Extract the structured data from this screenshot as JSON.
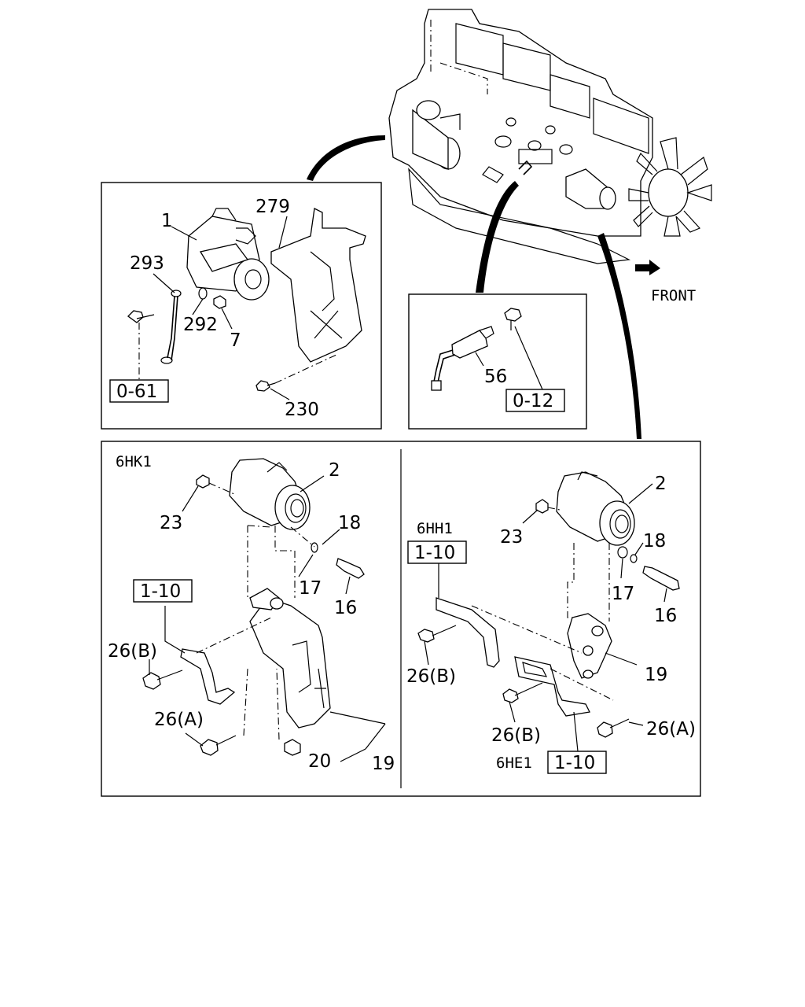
{
  "direction_label": "FRONT",
  "labels": {
    "starter_1": "1",
    "bracket_279": "279",
    "cable_293": "293",
    "washer_292": "292",
    "nut_7": "7",
    "bolt_230": "230",
    "ref_0_61": "0-61",
    "sensor_56": "56",
    "ref_0_12": "0-12",
    "engine_6hk1": "6HK1",
    "alt_2_left": "2",
    "nut_23_left": "23",
    "washer_18_left": "18",
    "washer_17_left": "17",
    "bolt_16_left": "16",
    "ref_1_10_left": "1-10",
    "bolt_26b_left": "26(B)",
    "bolt_26a_left": "26(A)",
    "nut_20": "20",
    "bracket_19_left": "19",
    "engine_6hh1": "6HH1",
    "ref_1_10_right_top": "1-10",
    "alt_2_right": "2",
    "nut_23_right": "23",
    "washer_18_right": "18",
    "washer_17_right": "17",
    "bolt_16_right": "16",
    "bolt_26b_right_upper": "26(B)",
    "bracket_19_right": "19",
    "bolt_26b_right_lower": "26(B)",
    "bolt_26a_right": "26(A)",
    "engine_6he1": "6HE1",
    "ref_1_10_right_bottom": "1-10"
  },
  "icons": {
    "front_arrow": "arrow-right-icon"
  }
}
